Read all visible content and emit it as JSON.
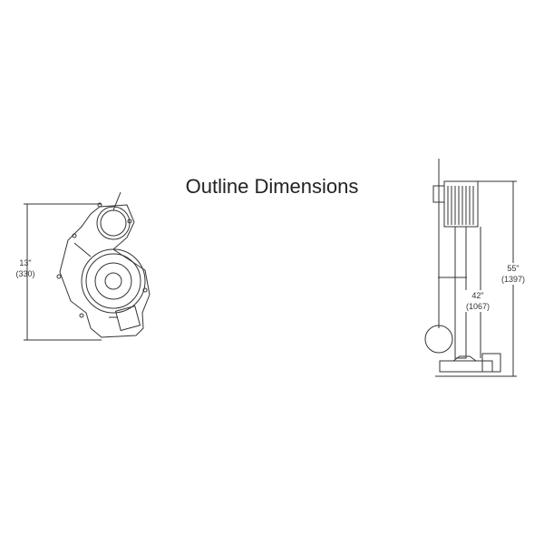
{
  "title": "Outline Dimensions",
  "front_view": {
    "height_in": "13\"",
    "height_mm": "(330)"
  },
  "side_view": {
    "overall_in": "55\"",
    "overall_mm": "(1397)",
    "column_in": "42\"",
    "column_mm": "(1067)"
  }
}
